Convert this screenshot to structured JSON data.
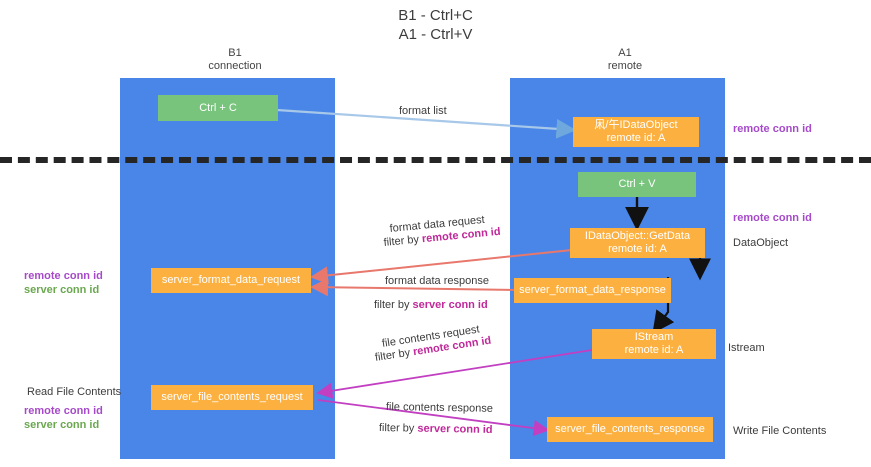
{
  "title": "B1 - Ctrl+C\nA1 - Ctrl+V",
  "columns": [
    {
      "name": "b1",
      "header": "B1\nconnection"
    },
    {
      "name": "a1",
      "header": "A1\nremote"
    }
  ],
  "nodes": [
    {
      "id": "ctrl-c",
      "label": "Ctrl + C",
      "color": "#79c47d"
    },
    {
      "id": "idataobject-top",
      "label": "凩/午IDataObject\nremote id: A",
      "color": "#fbb040"
    },
    {
      "id": "ctrl-v",
      "label": "Ctrl + V",
      "color": "#79c47d"
    },
    {
      "id": "getdata",
      "label": "IDataObject::GetData\nremote id: A",
      "color": "#fbb040"
    },
    {
      "id": "server-format-data-request",
      "label": "server_format_data_request",
      "color": "#fbb040"
    },
    {
      "id": "server-format-data-response",
      "label": "server_format_data_response",
      "color": "#fbb040"
    },
    {
      "id": "istream",
      "label": "IStream\nremote id: A",
      "color": "#fbb040"
    },
    {
      "id": "server-file-contents-request",
      "label": "server_file_contents_request",
      "color": "#fbb040"
    },
    {
      "id": "server-file-contents-response",
      "label": "server_file_contents_response",
      "color": "#fbb040"
    }
  ],
  "right_labels": [
    {
      "id": "remote-conn-id-top",
      "text": "remote conn id",
      "color": "#a64ac9"
    },
    {
      "id": "remote-conn-id-mid",
      "text": "remote conn id",
      "color": "#a64ac9"
    },
    {
      "id": "dataobject",
      "text": "DataObject",
      "color": "#3c3c3c"
    },
    {
      "id": "istream-label",
      "text": "Istream",
      "color": "#3c3c3c"
    },
    {
      "id": "write-file-contents",
      "text": "Write File Contents",
      "color": "#3c3c3c"
    }
  ],
  "left_labels": [
    {
      "id": "remote-conn-id-left",
      "text": "remote conn id",
      "color": "#a64ac9"
    },
    {
      "id": "server-conn-id-left",
      "text": "server conn id",
      "color": "#6aa84f"
    },
    {
      "id": "read-file-contents",
      "text": "Read File Contents",
      "color": "#3c3c3c"
    },
    {
      "id": "remote-conn-id-left2",
      "text": "remote conn id",
      "color": "#a64ac9"
    },
    {
      "id": "server-conn-id-left2",
      "text": "server conn id",
      "color": "#6aa84f"
    }
  ],
  "edge_labels": {
    "format_list": "format list",
    "format_data_request": "format data request",
    "format_data_request_filter_prefix": "filter by ",
    "format_data_request_filter_key": "remote conn id",
    "format_data_response": "format data response",
    "format_data_response_filter_prefix": "filter by ",
    "format_data_response_filter_key": "server conn id",
    "file_contents_request": "file contents request",
    "file_contents_request_filter_prefix": "filter by ",
    "file_contents_request_filter_key": "remote conn id",
    "file_contents_response": "file contents response",
    "file_contents_response_filter_prefix": "filter by ",
    "file_contents_response_filter_key": "server conn id"
  },
  "colors": {
    "lane": "#4a86e8",
    "orange": "#fbb040",
    "green": "#79c47d",
    "purple": "#a64ac9",
    "green_text": "#6aa84f",
    "magenta": "#c0299a",
    "arrow_blue": "#a7c8e8",
    "arrow_red": "#e8776c",
    "arrow_magenta": "#c23fc2",
    "arrow_black": "#111111",
    "divider": "#262626"
  }
}
